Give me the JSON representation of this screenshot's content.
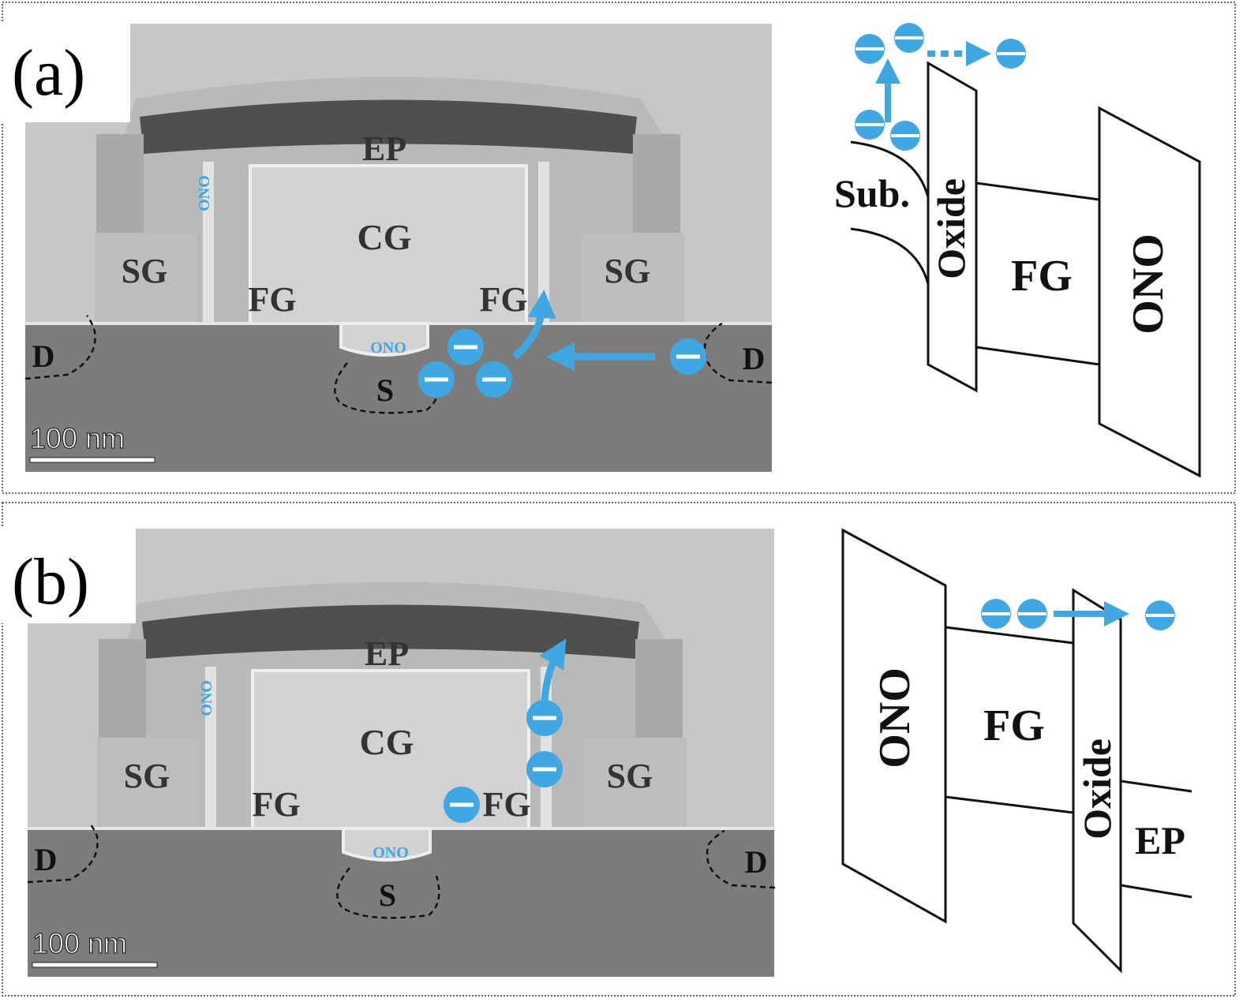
{
  "panels": [
    {
      "label": "(a)",
      "tem": {
        "ep": "EP",
        "ono_side": "ONO",
        "cg": "CG",
        "sg_left": "SG",
        "sg_right": "SG",
        "fg_left": "FG",
        "fg_right": "FG",
        "ono_bottom": "ONO",
        "drain_left": "D",
        "drain_right": "D",
        "source": "S",
        "scale_bar": "100 nm"
      },
      "band": {
        "substrate": "Sub.",
        "oxide": "Oxide",
        "fg": "FG",
        "ono": "ONO"
      }
    },
    {
      "label": "(b)",
      "tem": {
        "ep": "EP",
        "ono_side": "ONO",
        "cg": "CG",
        "sg_left": "SG",
        "sg_right": "SG",
        "fg_left": "FG",
        "fg_right": "FG",
        "ono_bottom": "ONO",
        "drain_left": "D",
        "drain_right": "D",
        "source": "S",
        "scale_bar": "100 nm"
      },
      "band": {
        "ono": "ONO",
        "fg": "FG",
        "oxide": "Oxide",
        "ep": "EP"
      }
    }
  ],
  "colors": {
    "electron": "#3fa7e1",
    "tem_light": "#c6c6c6",
    "tem_dark": "#7b7b7b",
    "ep_dark": "#4f4f4f"
  }
}
